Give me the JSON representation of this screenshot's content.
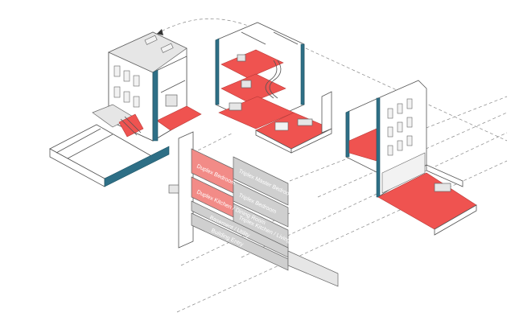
{
  "labels": {
    "left_1": "Duplex Bedroom",
    "left_2": "Duplex Kitchen / Dining Room",
    "right_1": "Triplex Master Bedroom",
    "right_2": "Triplex Bedroom",
    "right_3": "Triplex Kitchen / Living Room",
    "right_4": "Basement / Utility",
    "base": "Building Entry"
  },
  "colors": {
    "accent_red": "#ef5350",
    "teal": "#2e6f86",
    "gray_panel": "#cfcfcf",
    "pink_panel": "#f28b87"
  }
}
